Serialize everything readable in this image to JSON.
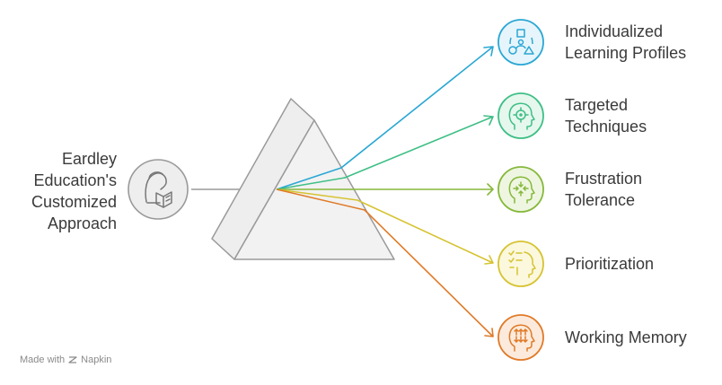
{
  "source": {
    "title_lines": [
      "Eardley",
      "Education's",
      "Customized",
      "Approach"
    ],
    "icon": "person-reading-book-icon"
  },
  "outputs": [
    {
      "lines": [
        "Individualized",
        "Learning Profiles"
      ],
      "color": "#2aa7d4",
      "fill": "#e6f5fb",
      "icon": "profile-shapes-icon"
    },
    {
      "lines": [
        "Targeted",
        "Techniques"
      ],
      "color": "#3fbf86",
      "fill": "#e6f7ee",
      "icon": "head-target-icon"
    },
    {
      "lines": [
        "Frustration",
        "Tolerance"
      ],
      "color": "#86b83b",
      "fill": "#eef6e1",
      "icon": "head-arrows-inward-icon"
    },
    {
      "lines": [
        "Prioritization"
      ],
      "color": "#d6c332",
      "fill": "#fbf8dd",
      "icon": "checklist-head-icon"
    },
    {
      "lines": [
        "Working Memory"
      ],
      "color": "#e07a28",
      "fill": "#fcebdc",
      "icon": "head-brain-arrows-icon"
    }
  ],
  "footer": {
    "made_with": "Made with",
    "brand": "Napkin",
    "icon": "napkin-logo-icon"
  }
}
